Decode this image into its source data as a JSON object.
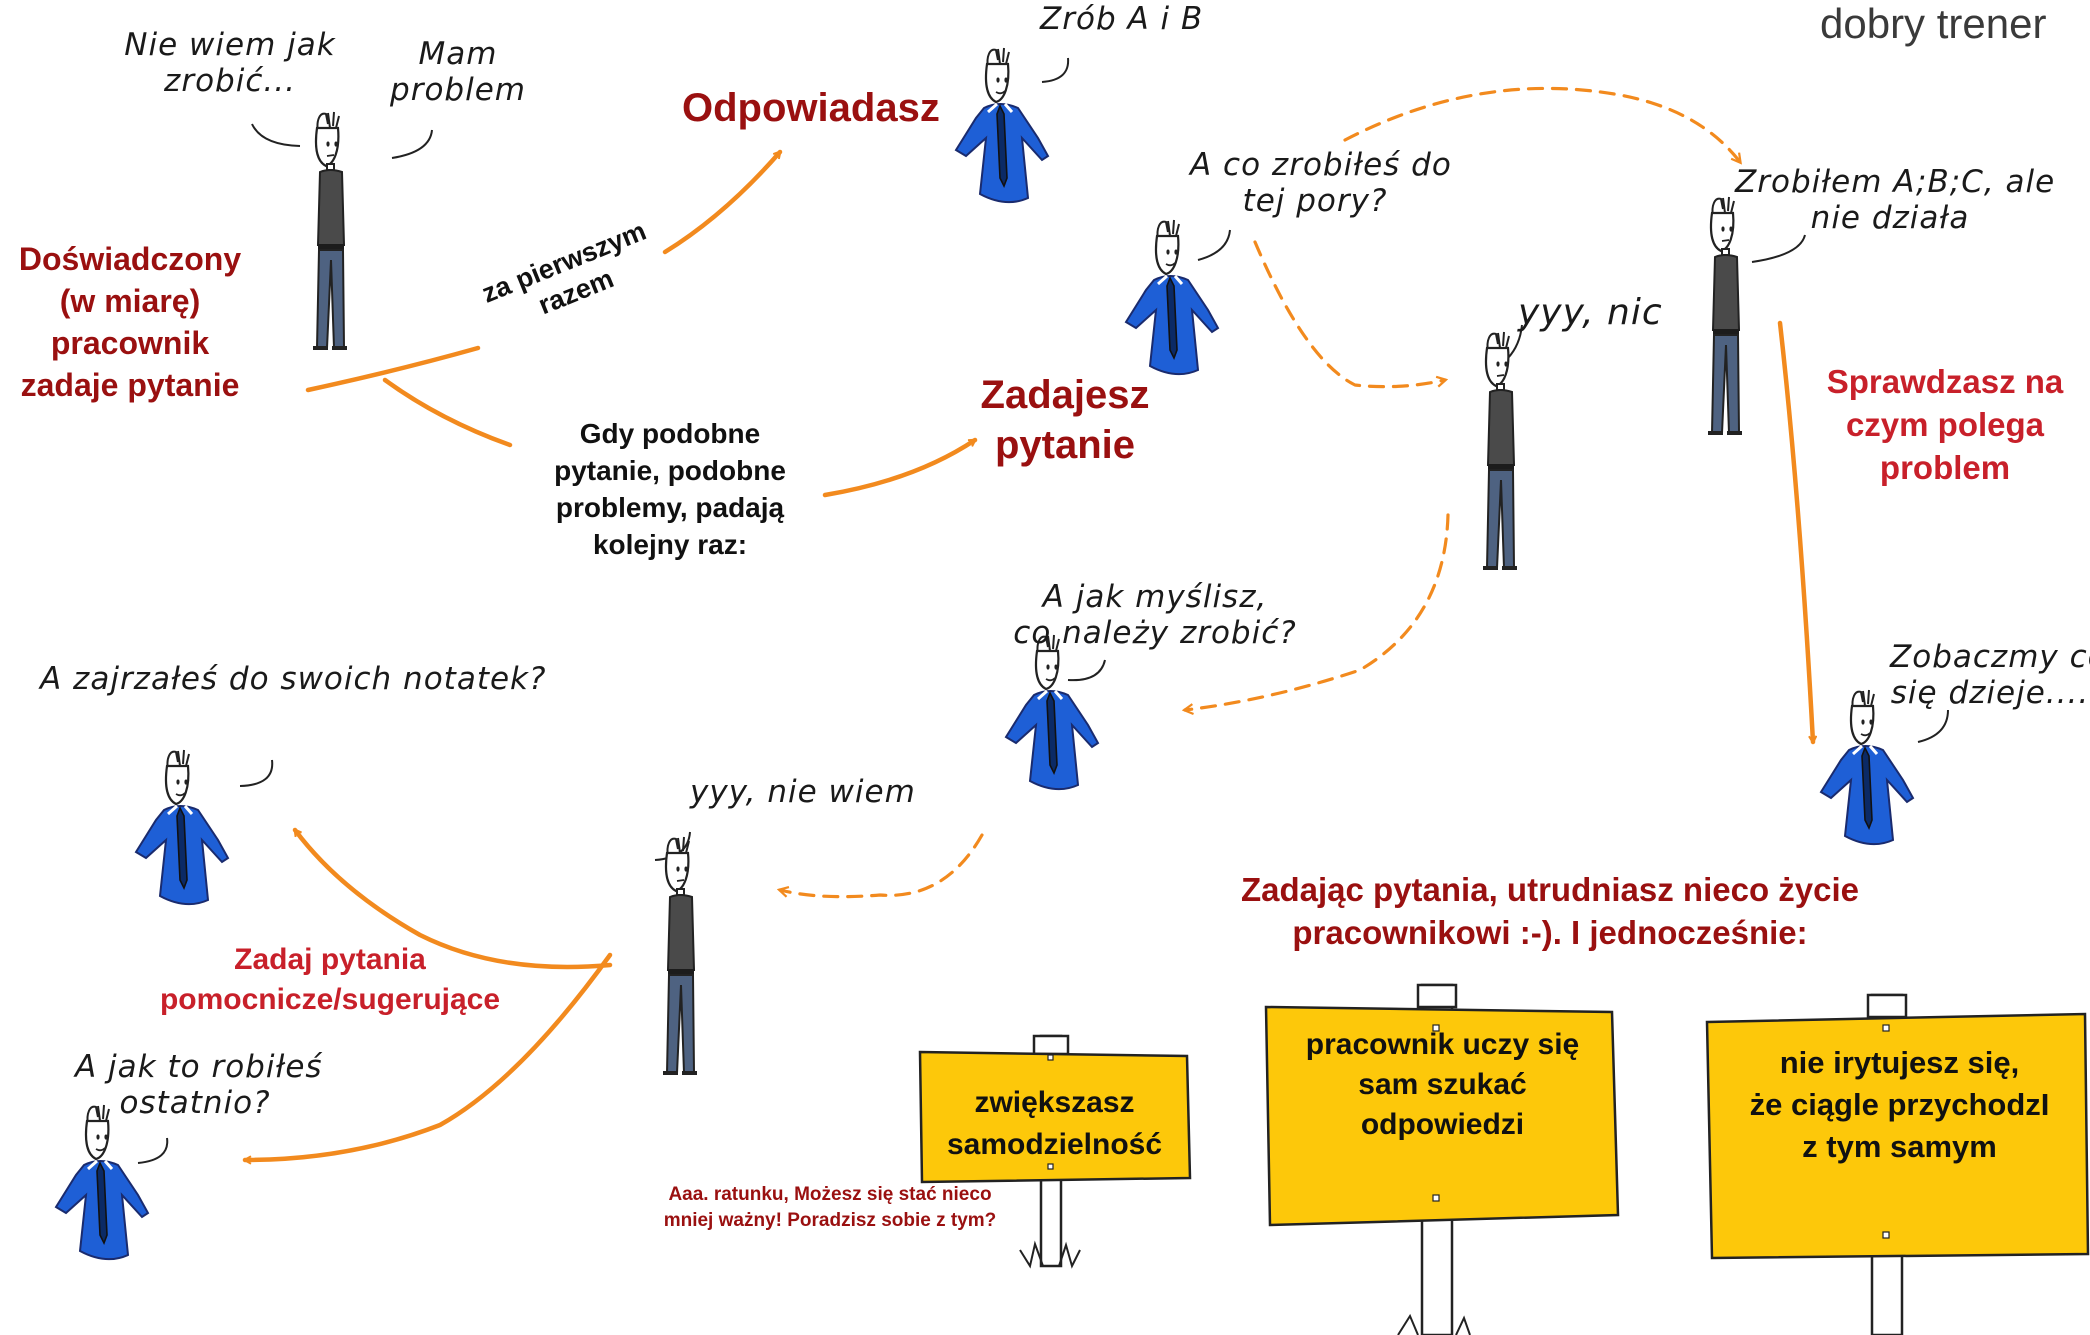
{
  "brand": "dobry trener",
  "labels": {
    "experienced": [
      "Doświadczony",
      "(w miarę)",
      "pracownik",
      "zadaje pytanie"
    ],
    "first_time": [
      "za pierwszym",
      "razem"
    ],
    "similar": [
      "Gdy podobne",
      "pytanie, podobne",
      "problemy, padają",
      "kolejny raz:"
    ],
    "answer": "Odpowiadasz",
    "ask": [
      "Zadajesz",
      "pytanie"
    ],
    "check": [
      "Sprawdzasz na",
      "czym polega",
      "problem"
    ],
    "helper": [
      "Zadaj pytania",
      "pomocnicze/sugerujące"
    ],
    "conclusion": [
      "Zadając pytania, utrudniasz nieco życie",
      "pracownikowi :-). I jednocześnie:"
    ],
    "warning": [
      "Aaa. ratunku, Możesz się stać nieco",
      "mniej ważny! Poradzisz sobie z tym?"
    ]
  },
  "bubbles": {
    "dont_know_how": [
      "Nie wiem jak",
      "zrobić..."
    ],
    "have_problem": [
      "Mam",
      "problem"
    ],
    "do_a_b": "Zrób A i B",
    "what_done": [
      "A co zrobiłeś do",
      "tej pory?"
    ],
    "yyy_nic": "yyy, nic",
    "did_abc": [
      "Zrobiłem A;B;C, ale",
      "nie działa"
    ],
    "what_think": [
      "A jak myślisz,",
      "co należy zrobić?"
    ],
    "lets_see": [
      "Zobaczmy co",
      "się dzieje...."
    ],
    "notes": "A zajrzałeś do swoich notatek?",
    "yyy_dont_know": "yyy, nie wiem",
    "how_last": [
      "A jak to robiłeś",
      "ostatnio?"
    ]
  },
  "signs": {
    "small": [
      "zwiększasz",
      "samodzielność"
    ],
    "middle": [
      "pracownik uczy  się",
      "sam szukać",
      "odpowiedzi"
    ],
    "right": [
      "nie irytujesz się,",
      "że ciągle przychodzI",
      "z tym samym"
    ]
  },
  "colors": {
    "orange": "#f28a1e",
    "dark_red": "#9a1010",
    "red": "#c8202a",
    "sign_yellow": "#fdc80a",
    "shirt_blue": "#1e5fd6",
    "shirt_gray": "#4a4a4a",
    "pants": "#4e6281"
  }
}
